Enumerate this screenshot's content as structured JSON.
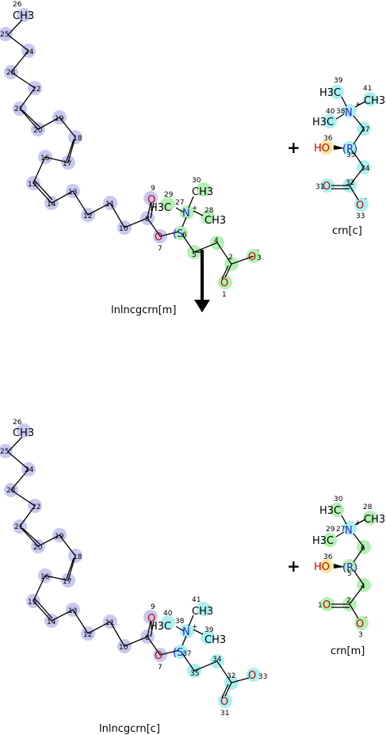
{
  "colors": {
    "purple": "#c8c8f0",
    "green": "#b4f0b4",
    "cyan": "#aaf0f0",
    "yellow": "#f5e8a0",
    "bond": "#000000",
    "oxygen": "#cc0000",
    "nitrogen": "#2222cc",
    "arrow": "#000000"
  },
  "panel_top": {
    "molecule_left": {
      "caption": "lnlncgcrn[m]",
      "labels": {
        "ch3_26": "CH3",
        "n26": "26",
        "n25": "25",
        "n24": "24",
        "n23": "23",
        "n22": "22",
        "n21": "21",
        "n20": "20",
        "n19": "19",
        "n18": "18",
        "n17": "17",
        "n16": "16",
        "n15": "15",
        "n14": "14",
        "n13": "13",
        "n12": "12",
        "n11": "11",
        "n10": "10",
        "o9": "O",
        "n9": "9",
        "n8": "8",
        "o7": "O",
        "n7": "7",
        "h3c29": "H3C",
        "n29": "29",
        "n27": "27",
        "ch3_30": "CH3",
        "n30": "30",
        "nplus": "N",
        "plus": "+",
        "ch3_28": "CH3",
        "n28": "28",
        "s6": "(S",
        "n6": "6",
        "n5": "5",
        "n4": "4",
        "n3": "3",
        "o3": "O",
        "minus3": "-",
        "n2": "2",
        "o1": "O",
        "n1": "1"
      }
    },
    "plus_sign": "+",
    "molecule_right": {
      "caption": "crn[c]",
      "labels": {
        "h3c39": "H3C",
        "n39": "39",
        "ch3_41": "CH3",
        "n41": "41",
        "n40": "40",
        "n38": "38",
        "nplus": "N",
        "plus": "+",
        "h3c40": "H3C",
        "n37": "37",
        "ho36": "HO",
        "n36": "36",
        "r35": "(R)",
        "n35": "35",
        "n34": "34",
        "o31": "O",
        "n31": "31",
        "n32": "32",
        "o33": "O",
        "n33": "33",
        "minus": "-"
      }
    }
  },
  "panel_bottom": {
    "molecule_left": {
      "caption": "lnlncgcrn[c]",
      "labels": {
        "ch3_26": "CH3",
        "n26": "26",
        "n25": "25",
        "n24": "24",
        "n23": "23",
        "n22": "22",
        "n21": "21",
        "n20": "20",
        "n19": "19",
        "n18": "18",
        "n17": "17",
        "n16": "16",
        "n15": "15",
        "n14": "14",
        "n13": "13",
        "n12": "12",
        "n11": "11",
        "n10": "10",
        "o9": "O",
        "n9": "9",
        "n8": "8",
        "o7": "O",
        "n7": "7",
        "h3c40": "H3C",
        "n40": "40",
        "n38": "38",
        "ch3_41": "CH3",
        "n41": "41",
        "nplus": "N",
        "plus": "+",
        "ch3_39": "CH3",
        "n39": "39",
        "s37": "(S",
        "n37": "37",
        "n35": "35",
        "n34": "34",
        "n32": "32",
        "o33": "O",
        "n33": "33",
        "o31": "O",
        "n31": "31"
      }
    },
    "plus_sign": "+",
    "molecule_right": {
      "caption": "crn[m]",
      "labels": {
        "h3c30": "H3C",
        "n30": "30",
        "ch3_28": "CH3",
        "n28": "28",
        "n29": "29",
        "n27": "27",
        "nplus": "N",
        "plus": "+",
        "h3c29": "H3C",
        "n6": "6",
        "ho36": "HO",
        "n36": "36",
        "r5": "(R)",
        "n5": "5",
        "n4": "4",
        "o1": "O",
        "n1": "1",
        "n2": "2",
        "o3": "O",
        "n3": "3",
        "minus": "-"
      }
    }
  }
}
